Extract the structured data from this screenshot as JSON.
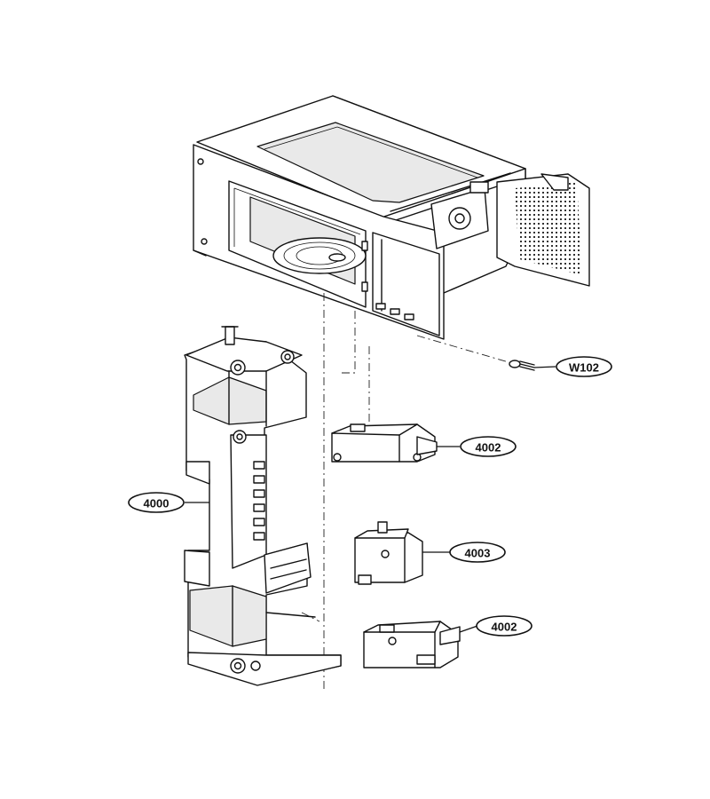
{
  "callouts": {
    "w102": "W102",
    "part_4002_upper": "4002",
    "part_4000": "4000",
    "part_4003": "4003",
    "part_4002_lower": "4002"
  },
  "colors": {
    "line": "#111111",
    "background": "#ffffff"
  }
}
